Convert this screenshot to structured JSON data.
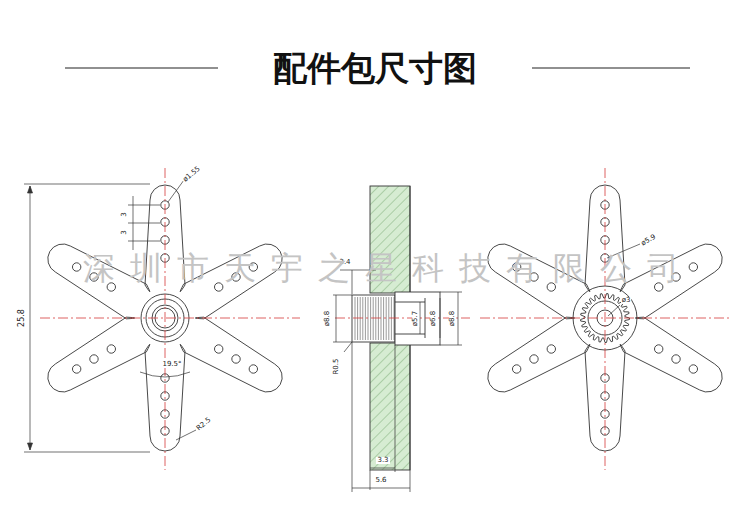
{
  "diagram": {
    "title": "配件包尺寸图",
    "labels": [
      "ø1.55",
      "3",
      "3",
      "25.8",
      "19.5°",
      "R2.5",
      "3.4",
      "ø8.8",
      "R0.5",
      "ø5.7",
      "ø6.8",
      "ø8.8",
      "3.3",
      "5.6",
      "ø5.9",
      "ø3",
      "深圳市天宇之星科技有限公司"
    ]
  }
}
